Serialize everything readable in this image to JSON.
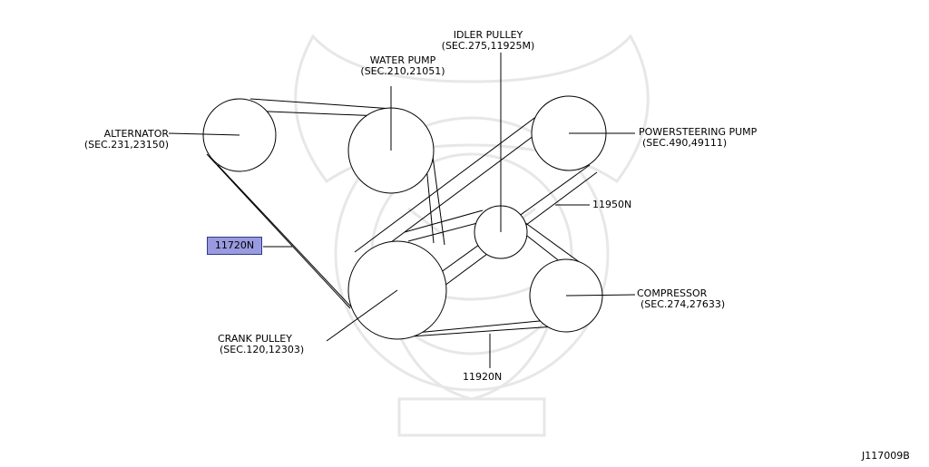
{
  "diagram": {
    "components": [
      {
        "key": "alternator",
        "line1": "ALTERNATOR",
        "line2": "(SEC.231,23150)"
      },
      {
        "key": "water-pump",
        "line1": "WATER PUMP",
        "line2": "(SEC.210,21051)"
      },
      {
        "key": "idler-pulley",
        "line1": "IDLER PULLEY",
        "line2": "(SEC.275,11925M)"
      },
      {
        "key": "powersteering-pump",
        "line1": "POWERSTEERING PUMP",
        "line2": "(SEC.490,49111)"
      },
      {
        "key": "compressor",
        "line1": "COMPRESSOR",
        "line2": "(SEC.274,27633)"
      },
      {
        "key": "crank-pulley",
        "line1": "CRANK PULLEY",
        "line2": "(SEC.120,12303)"
      }
    ],
    "belts": [
      {
        "key": "belt-11720n",
        "part": "11720N",
        "highlight": true
      },
      {
        "key": "belt-11950n",
        "part": "11950N",
        "highlight": false
      },
      {
        "key": "belt-11920n",
        "part": "11920N",
        "highlight": false
      }
    ],
    "highlight_color": "#9a9ae0",
    "figure_code": "J117009B"
  }
}
